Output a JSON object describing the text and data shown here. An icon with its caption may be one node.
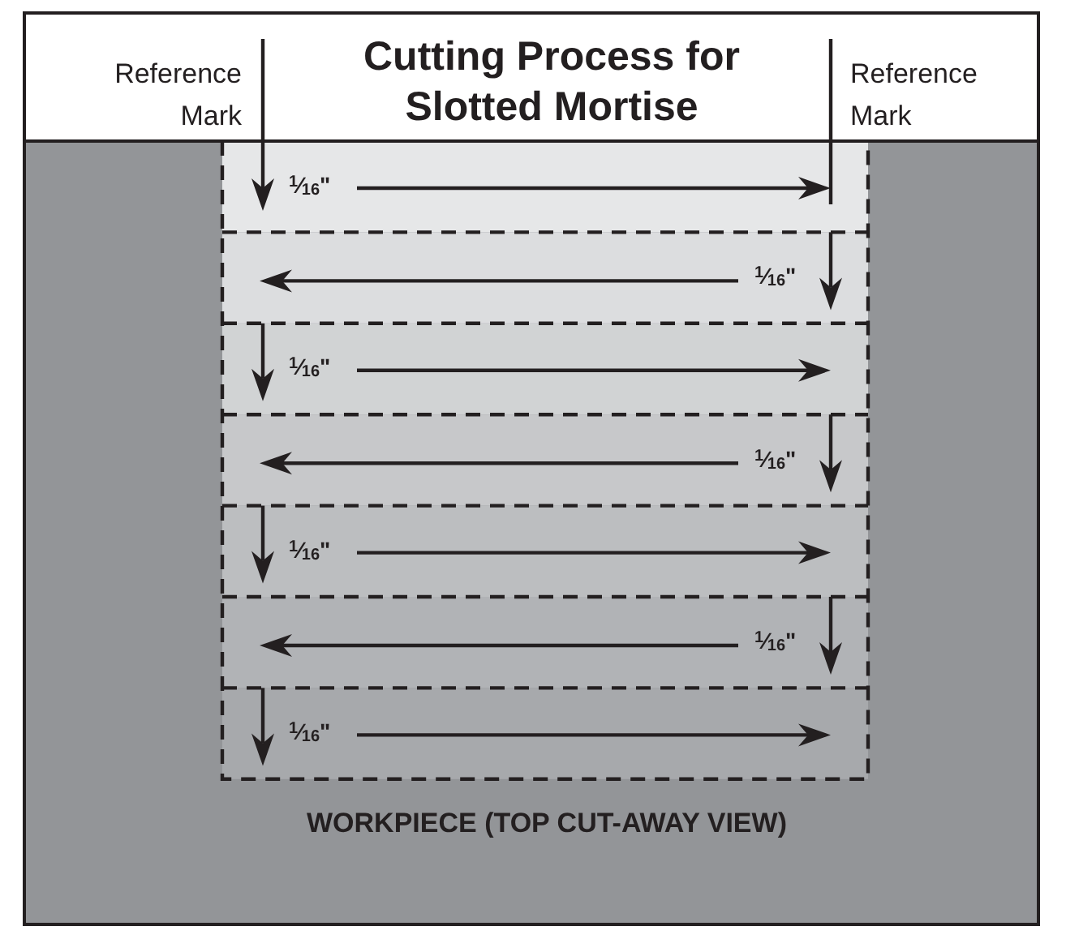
{
  "diagram": {
    "title": "Cutting Process for Slotted Mortise",
    "labels": [
      "Reference Mark",
      "Reference Mark",
      "$^{1}$⁄$_{16}$\"",
      "$^{1}$⁄$_{16}$\"",
      "$^{1}$⁄$_{16}$\"",
      "$^{1}$⁄$_{16}$\"",
      "$^{1}$⁄$_{16}$\"",
      "$^{1}$⁄$_{16}$\"",
      "$^{1}$⁄$_{16}$\"",
      "WORKPIECE (TOP CUT-AWAY VIEW)"
    ]
  }
}
